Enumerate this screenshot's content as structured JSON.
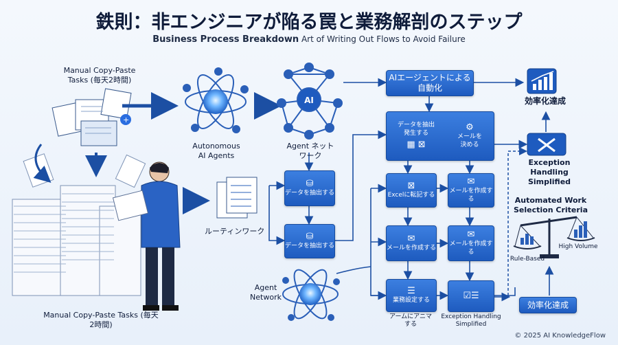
{
  "header": {
    "title": "鉄則：非エンジニアが陥る罠と業務解剖のステップ",
    "subtitle_bold": "Business Process Breakdown",
    "subtitle_rest": "Art of Writing Out Flows to Avoid Failure"
  },
  "left": {
    "manual_top": "Manual Copy-Paste Tasks (毎天2時間)",
    "manual_bottom": "Manual Copy-Paste Tasks (毎天2時間)"
  },
  "middle": {
    "autonomous": "Autonomous AI Agents",
    "agent_network_top": "Agent ネットワーク",
    "routine_work": "ルーティンワーク",
    "agent_network_bottom": "Agent Network",
    "ai_badge": "AI"
  },
  "flow": {
    "extract1": "データを抽出する",
    "extract2": "データを抽出する",
    "ai_automation": "AIエージェントによる自動化",
    "data_extract_event": "データを抽出発生する",
    "decide_mail": "メールを決める",
    "excel_post": "Excelに転記する",
    "create_mail1": "メールを作成する",
    "create_mail2": "メールを作成する",
    "create_mail3": "メールを作成する",
    "business_setting": "業務設定する",
    "team_notify": "アームにアニマする",
    "exception_small": "Exception Handling Simplified"
  },
  "right": {
    "efficiency_top": "効率化達成",
    "exception": "Exception Handling Simplified",
    "criteria_title": "Automated Work Selection Criteria",
    "rule_based": "Rule-Based",
    "high_volume": "High Volume",
    "efficiency_bottom": "効率化達成"
  },
  "footer": {
    "copyright": "© 2025 AI KnowledgeFlow"
  },
  "colors": {
    "accent": "#1e5bbf",
    "dark": "#0f1c3a",
    "line": "#1c4fa3"
  }
}
